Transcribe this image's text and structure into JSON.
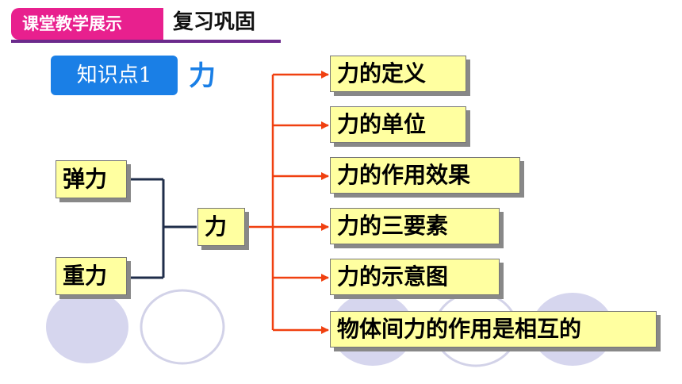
{
  "header": {
    "section_label": "课堂教学展示",
    "title": "复习巩固"
  },
  "topic": {
    "badge": "知识点1",
    "label": "力"
  },
  "diagram": {
    "center": "力",
    "left_nodes": [
      "弹力",
      "重力"
    ],
    "right_nodes": [
      "力的定义",
      "力的单位",
      "力的作用效果",
      "力的三要素",
      "力的示意图",
      "物体间力的作用是相互的"
    ]
  },
  "colors": {
    "pink": "#e8208e",
    "blue": "#1a7fe6",
    "arrow_red": "#f04010",
    "arrow_dark": "#1f2d4a",
    "box_fill": "#ffffa0"
  }
}
